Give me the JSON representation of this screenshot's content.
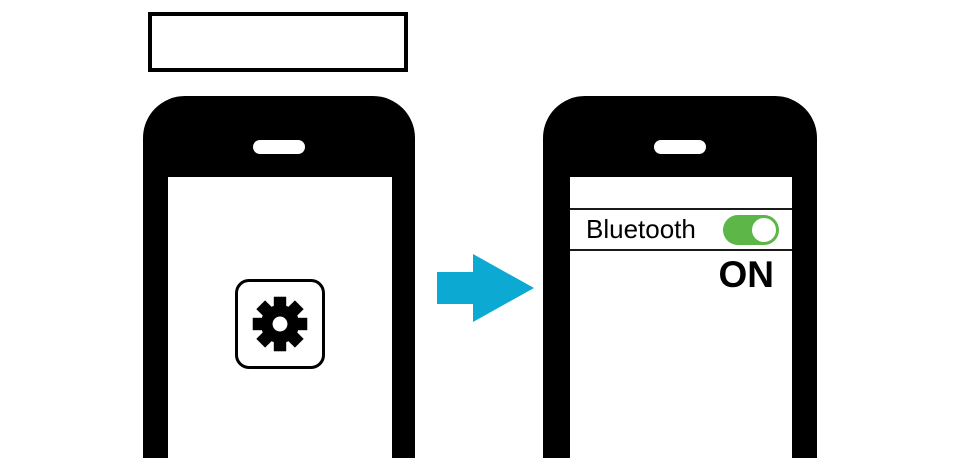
{
  "caption_box": {
    "text": ""
  },
  "left_phone": {
    "description": "phone showing settings app icon",
    "icons": {
      "speaker": "speaker-slot-icon",
      "app": "gear-icon"
    }
  },
  "arrow": {
    "icon": "right-arrow-icon",
    "direction": "right",
    "color": "#0CA9D2"
  },
  "right_phone": {
    "description": "phone showing bluetooth setting screen",
    "icons": {
      "speaker": "speaker-slot-icon"
    },
    "bluetooth": {
      "label": "Bluetooth",
      "toggle_state": "on",
      "toggle_color": "#5CB648",
      "status": "ON"
    }
  },
  "colors": {
    "phone_body": "#000000",
    "screen": "#ffffff",
    "divider": "#1a1a1a"
  }
}
